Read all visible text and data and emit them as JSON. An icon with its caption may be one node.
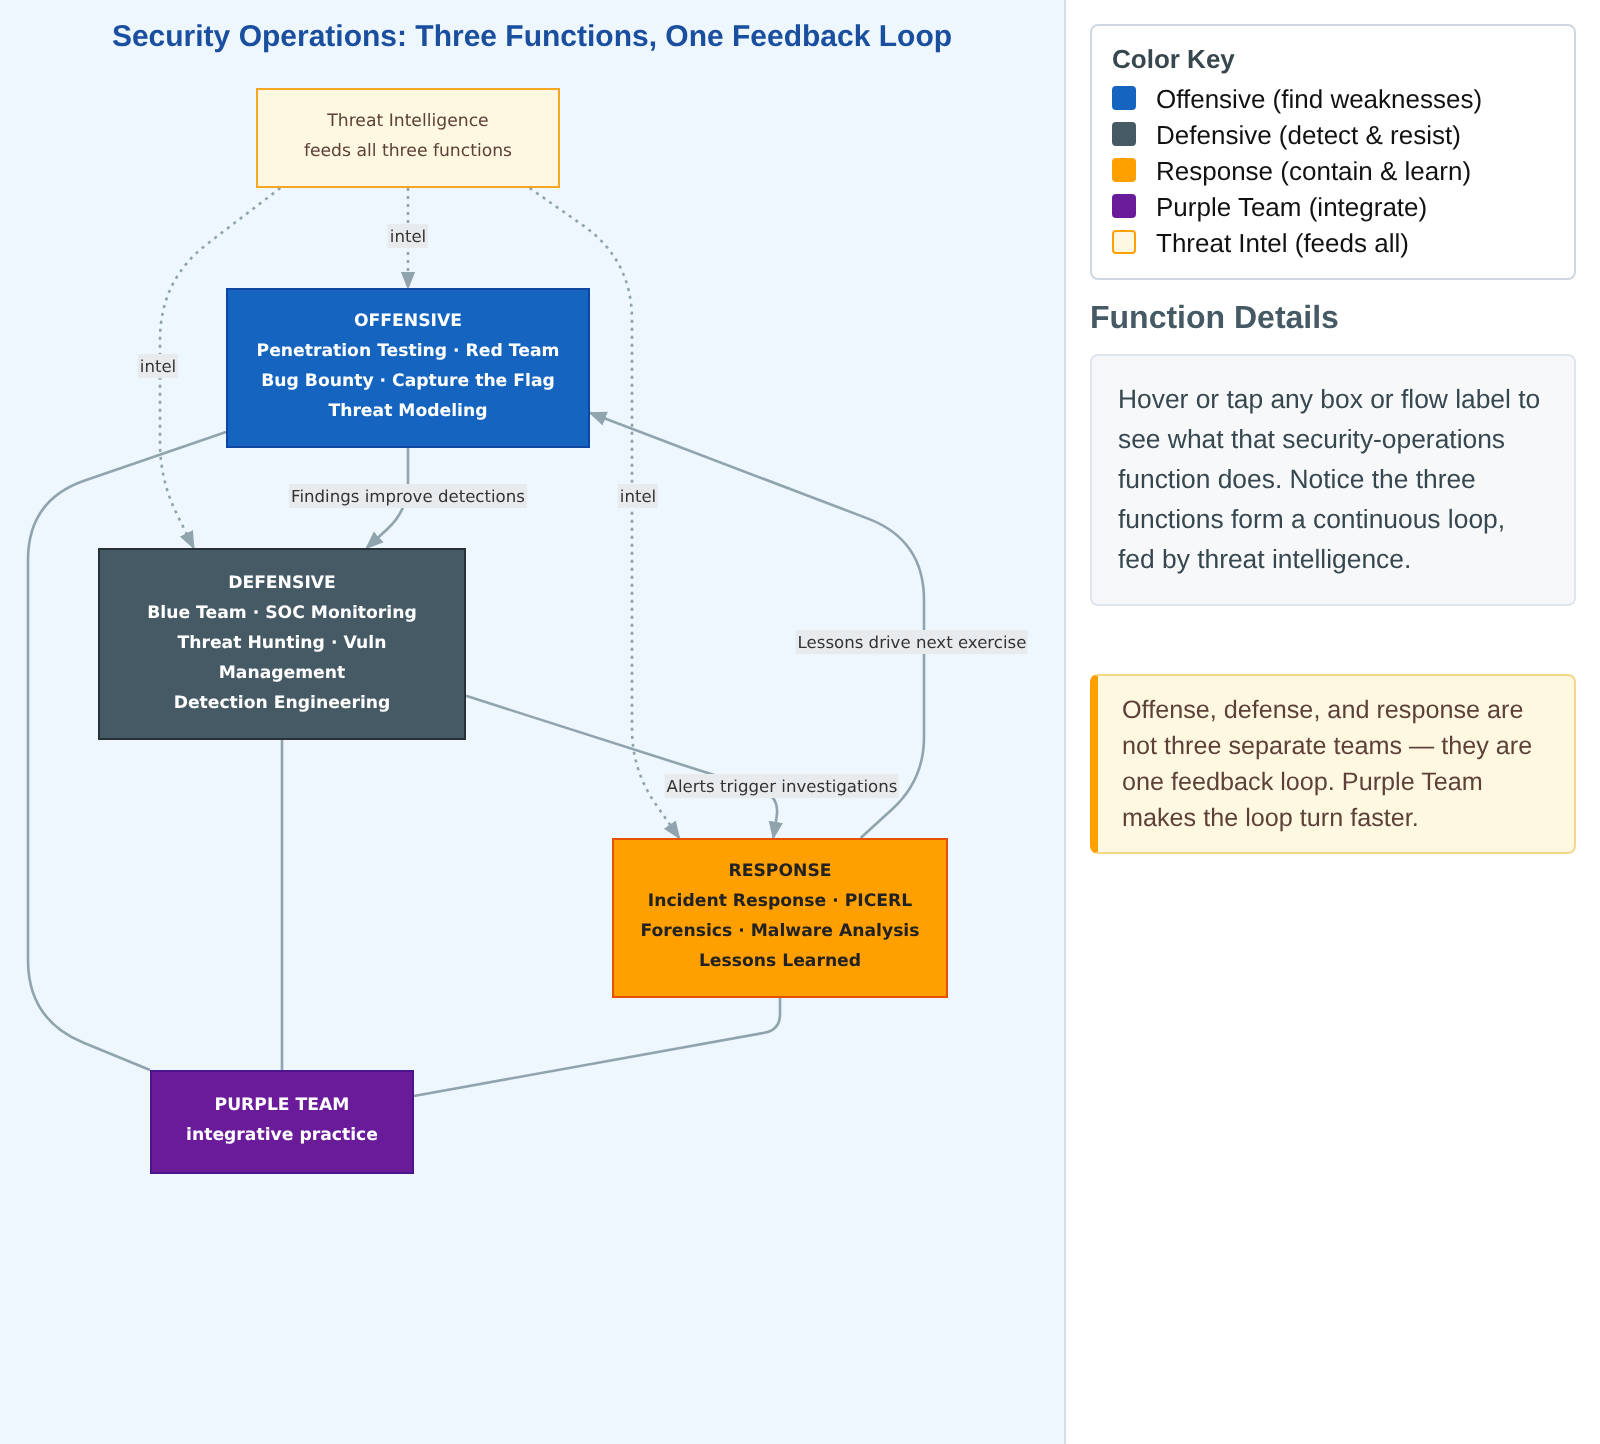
{
  "diagram": {
    "title": "Security Operations: Three Functions, One Feedback Loop",
    "nodes": [
      {
        "text": [
          "Threat Intelligence",
          "feeds all three functions"
        ]
      },
      {
        "text": [
          "OFFENSIVE",
          "Penetration Testing · Red Team",
          "Bug Bounty · Capture the Flag",
          "Threat Modeling"
        ]
      },
      {
        "text": [
          "DEFENSIVE",
          "Blue Team · SOC Monitoring",
          "Threat Hunting · Vuln Management",
          "Detection Engineering"
        ]
      },
      {
        "text": [
          "RESPONSE",
          "Incident Response · PICERL",
          "Forensics · Malware Analysis",
          "Lessons Learned"
        ]
      },
      {
        "text": [
          "PURPLE TEAM",
          "integrative practice"
        ]
      }
    ],
    "edges": [
      {
        "from": 0,
        "to": 1,
        "arrow": "to",
        "label": "intel",
        "style": "dashed"
      },
      {
        "from": 0,
        "to": 2,
        "arrow": "to",
        "label": "intel",
        "style": "dashed"
      },
      {
        "from": 0,
        "to": 3,
        "arrow": "to",
        "label": "intel",
        "style": "dashed"
      },
      {
        "from": 1,
        "to": 2,
        "arrow": "to",
        "label": "Findings improve detections"
      },
      {
        "from": 2,
        "to": 3,
        "arrow": "to",
        "label": "Alerts trigger investigations"
      },
      {
        "from": 3,
        "to": 1,
        "arrow": "to",
        "label": "Lessons drive next exercise"
      },
      {
        "from": 4,
        "to": 1,
        "arrow": "none"
      },
      {
        "from": 4,
        "to": 2,
        "arrow": "none"
      },
      {
        "from": 4,
        "to": 3,
        "arrow": "none"
      }
    ],
    "labels": [
      "Color Key",
      "Function Details",
      "Hover or tap any box or flow label to see what that security-operations function does. Notice the three functions form a continuous loop, fed by threat intelligence.",
      "Offense, defense, and response are not three separate teams — they are one feedback loop. Purple Team makes the loop turn faster."
    ],
    "legend": [
      {
        "text": "Offensive (find weaknesses)",
        "color": "#1565c0"
      },
      {
        "text": "Defensive (detect & resist)",
        "color": "#455a64"
      },
      {
        "text": "Response (contain & learn)",
        "color": "#ffa000"
      },
      {
        "text": "Purple Team (integrate)",
        "color": "#6a1b9a"
      },
      {
        "text": "Threat Intel (feeds all)",
        "color": "#fff8e1"
      }
    ]
  }
}
